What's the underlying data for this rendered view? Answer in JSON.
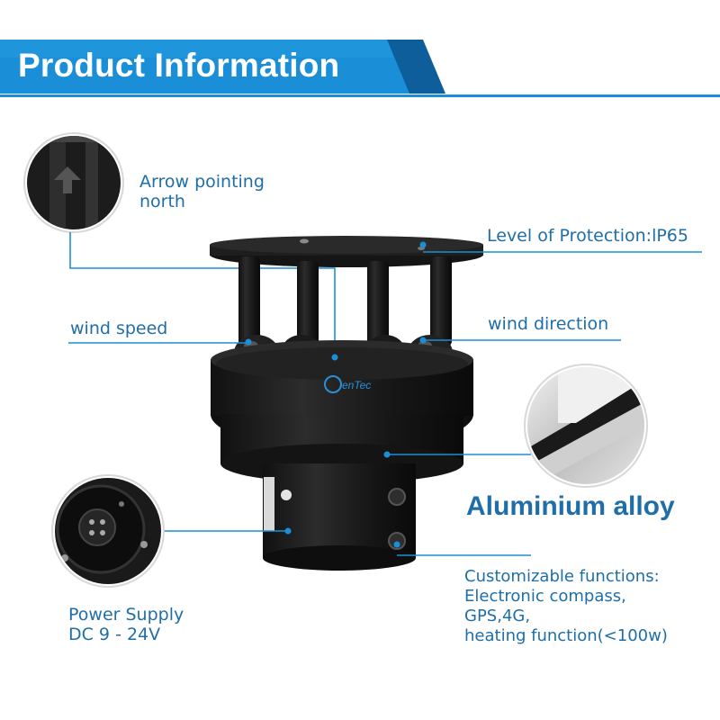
{
  "header": {
    "title": "Product Information"
  },
  "callouts": {
    "arrow": [
      "Arrow pointing",
      "north"
    ],
    "protection": "Level of Protection:lP65",
    "wind_speed": "wind speed",
    "wind_direction": "wind direction",
    "material": "Aluminium alloy",
    "customizable": [
      "Customizable functions:",
      "Electronic compass,",
      "GPS,4G,",
      "heating function(<100w)"
    ],
    "power": [
      "Power Supply",
      "DC 9 - 24V"
    ]
  },
  "logo_text": "Sentec",
  "colors": {
    "accent": "#1a8fd8",
    "dark_accent": "#0f5e9c",
    "text": "#1f6ea8"
  }
}
